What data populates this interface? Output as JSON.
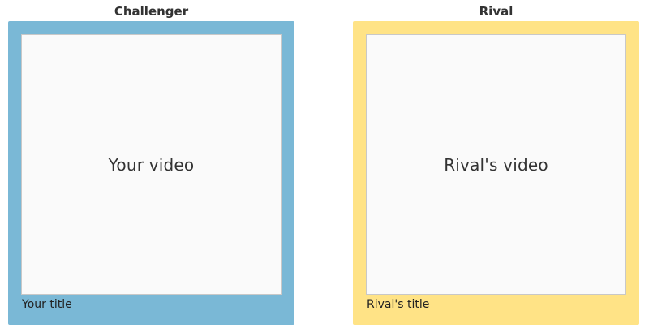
{
  "colors": {
    "challenger_card": "#7ab8d6",
    "rival_card": "#ffe386"
  },
  "challenger": {
    "heading": "Challenger",
    "video_placeholder": "Your video",
    "title": "Your title"
  },
  "rival": {
    "heading": "Rival",
    "video_placeholder": "Rival's video",
    "title": "Rival's title"
  }
}
